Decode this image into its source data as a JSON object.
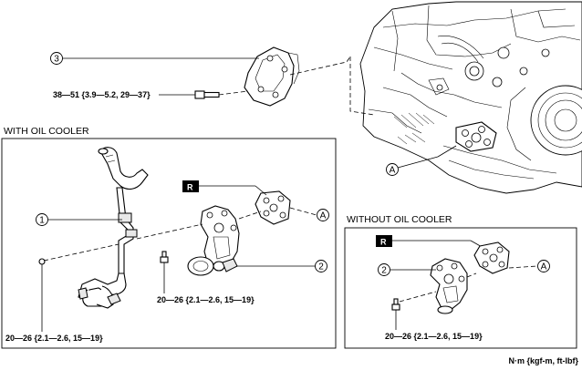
{
  "sections": {
    "with_cooler": "WITH OIL COOLER",
    "without_cooler": "WITHOUT OIL COOLER"
  },
  "callouts": {
    "c1": "1",
    "c2": "2",
    "c3": "3",
    "c2b": "2",
    "a_engine": "A",
    "a_with": "A",
    "a_without": "A"
  },
  "torque": {
    "bracket": "38—51 {3.9—5.2, 29—37}",
    "pipe": "20—26 {2.1—2.6, 15—19}",
    "housing": "20—26 {2.1—2.6, 15—19}",
    "housing_without": "20—26 {2.1—2.6, 15—19}"
  },
  "replace_marks": {
    "with": "R",
    "without": "R"
  },
  "units": "N·m {kgf-m, ft-lbf}"
}
